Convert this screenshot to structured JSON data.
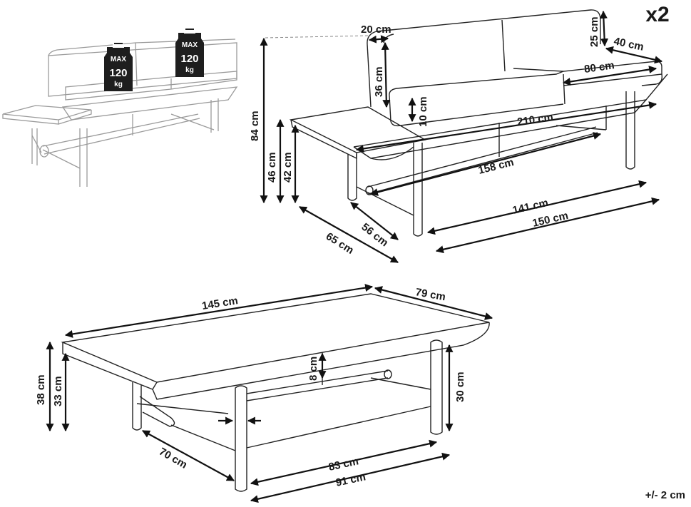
{
  "multiplier": "x2",
  "tolerance": "+/- 2 cm",
  "weights": [
    {
      "max": "MAX",
      "value": "120",
      "unit": "kg"
    },
    {
      "max": "MAX",
      "value": "120",
      "unit": "kg"
    }
  ],
  "sofa_dims": {
    "d20": "20 cm",
    "d25": "25 cm",
    "d40": "40 cm",
    "d80": "80 cm",
    "d36": "36 cm",
    "d10": "10 cm",
    "d210": "210 cm",
    "d84": "84 cm",
    "d46": "46 cm",
    "d42": "42 cm",
    "d158": "158 cm",
    "d141": "141 cm",
    "d150": "150 cm",
    "d56": "56 cm",
    "d65": "65 cm"
  },
  "table_dims": {
    "d145": "145 cm",
    "d79": "79 cm",
    "d38": "38 cm",
    "d33": "33 cm",
    "d8": "8 cm",
    "d30": "30 cm",
    "d70": "70 cm",
    "d83": "83 cm",
    "d91": "91 cm"
  }
}
